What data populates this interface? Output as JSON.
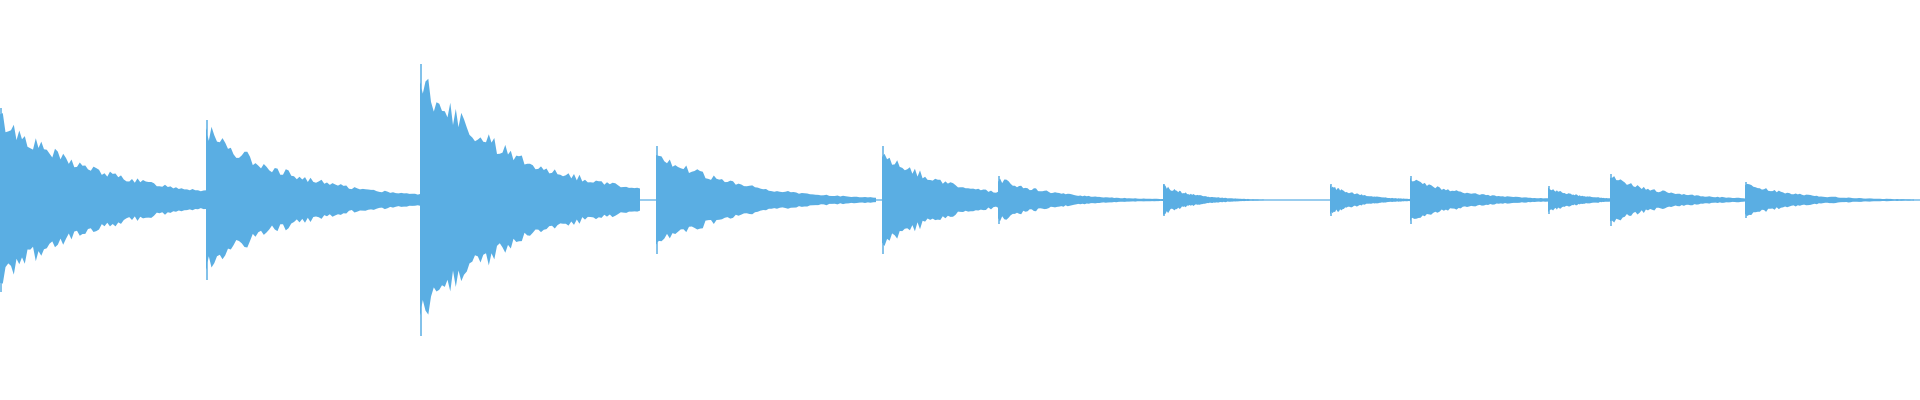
{
  "waveform": {
    "color": "#5aaee3",
    "background": "#ffffff",
    "center_line_color": "#5aaee3",
    "transients": [
      {
        "amplitude": 0.46,
        "decay": 0.09
      },
      {
        "amplitude": 0.4,
        "decay": 0.08
      },
      {
        "amplitude": 0.68,
        "decay": 0.09
      },
      {
        "amplitude": 0.27,
        "decay": 0.07
      },
      {
        "amplitude": 0.27,
        "decay": 0.06
      },
      {
        "amplitude": 0.12,
        "decay": 0.05
      },
      {
        "amplitude": 0.08,
        "decay": 0.03
      },
      {
        "amplitude": 0.08,
        "decay": 0.03
      },
      {
        "amplitude": 0.12,
        "decay": 0.05
      },
      {
        "amplitude": 0.07,
        "decay": 0.03
      },
      {
        "amplitude": 0.13,
        "decay": 0.05
      },
      {
        "amplitude": 0.09,
        "decay": 0.05
      }
    ]
  }
}
